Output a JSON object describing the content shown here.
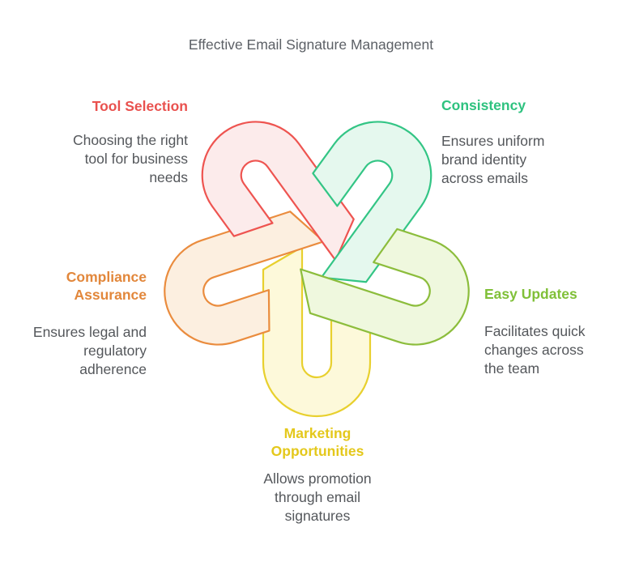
{
  "title": "Effective Email Signature Management",
  "title_color": "#5c6066",
  "body_text_color": "#54575b",
  "background_color": "#ffffff",
  "sections": [
    {
      "key": "tool-selection",
      "label": "Tool Selection",
      "description": "Choosing the right\ntool for business\nneeds",
      "heading_color": "#e9514e"
    },
    {
      "key": "consistency",
      "label": "Consistency",
      "description": "Ensures uniform\nbrand identity\nacross emails",
      "heading_color": "#2ec27f"
    },
    {
      "key": "easy-updates",
      "label": "Easy Updates",
      "description": "Facilitates quick\nchanges across\nthe team",
      "heading_color": "#80c038"
    },
    {
      "key": "marketing-opportunities",
      "label": "Marketing\nOpportunities",
      "description": "Allows promotion\nthrough email\nsignatures",
      "heading_color": "#e4c81b"
    },
    {
      "key": "compliance-assurance",
      "label": "Compliance\nAssurance",
      "description": "Ensures legal and\nregulatory\nadherence",
      "heading_color": "#e2873b"
    }
  ],
  "knot_arms": [
    {
      "key": "marketing-opportunities",
      "stroke": "#e8d02e",
      "fill": "#fdf9da"
    },
    {
      "key": "compliance-assurance",
      "stroke": "#ea8c3e",
      "fill": "#fcefe0"
    },
    {
      "key": "tool-selection",
      "stroke": "#ee5450",
      "fill": "#fcebeb"
    },
    {
      "key": "consistency",
      "stroke": "#33c585",
      "fill": "#e5f8ee"
    },
    {
      "key": "easy-updates",
      "stroke": "#8cbd3c",
      "fill": "#eff8de"
    }
  ]
}
